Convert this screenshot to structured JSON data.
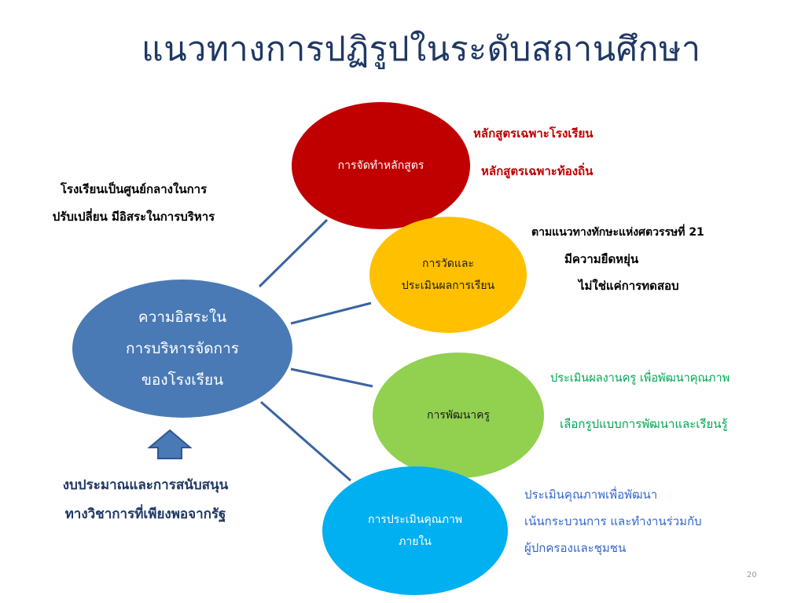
{
  "title": "แนวทางการปฏิรูปในระดับสถานศึกษา",
  "colors": {
    "title": "#1F3864",
    "center": "#4A7AB5",
    "curriculum": "#C00000",
    "assessment": "#FFC000",
    "teacher": "#92D050",
    "internal_qa": "#00B0F0",
    "connector": "#3A64A0",
    "arrow": "#4A7AB5"
  },
  "center": {
    "lines": [
      "ความอิสระใน",
      "การบริหารจัดการ",
      "ของโรงเรียน"
    ]
  },
  "left_note": {
    "lines": [
      "โรงเรียนเป็นศูนย์กลางในการ",
      "ปรับเปลี่ยน มีอิสระในการบริหาร"
    ]
  },
  "bottom_note": {
    "lines": [
      "งบประมาณและการสนับสนุน",
      "ทางวิชาการที่เพียงพอจากรัฐ"
    ]
  },
  "branches": {
    "curriculum": {
      "label": "การจัดทำหลักสูตร",
      "notes": [
        "หลักสูตรเฉพาะโรงเรียน",
        "หลักสูตรเฉพาะท้องถิ่น"
      ]
    },
    "assessment": {
      "lines": [
        "การวัดและ",
        "ประเมินผลการเรียน"
      ],
      "notes": [
        "ตามแนวทางทักษะแห่งศตวรรษที่ 21",
        "มีความยืดหยุ่น",
        "ไม่ใช่แค่การทดสอบ"
      ]
    },
    "teacher": {
      "label": "การพัฒนาครู",
      "notes": [
        "ประเมินผลงานครู เพื่อพัฒนาคุณภาพ",
        "เลือกรูปแบบการพัฒนาและเรียนรู้"
      ]
    },
    "internal_qa": {
      "lines": [
        "การประเมินคุณภาพ",
        "ภายใน"
      ],
      "notes": [
        "ประเมินคุณภาพเพื่อพัฒนา",
        "เน้นกระบวนการ และทำงานร่วมกับ",
        "ผู้ปกครองและชุมชน"
      ]
    }
  },
  "page_number": "20"
}
